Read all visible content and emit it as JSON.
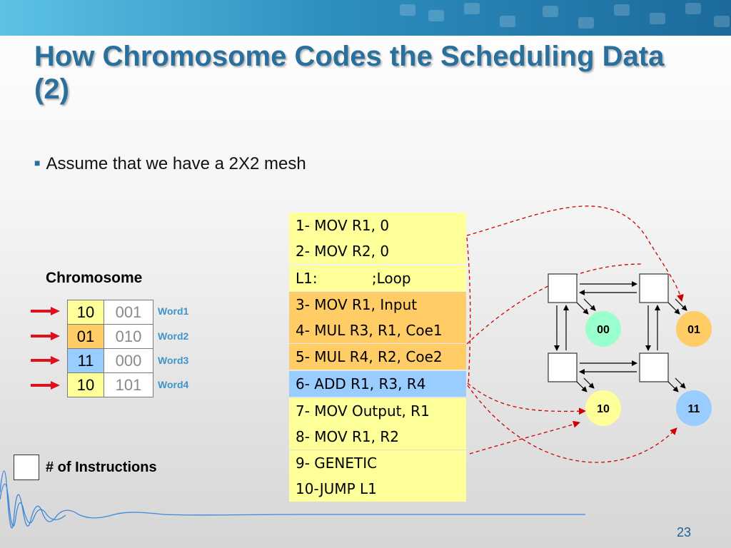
{
  "slide": {
    "title": "How Chromosome Codes the Scheduling Data (2)",
    "bullet": "Assume that we have a 2X2 mesh",
    "page_number": "23"
  },
  "chromosome": {
    "label": "Chromosome",
    "rows": [
      {
        "left": "10",
        "right": "001",
        "word": "Word1",
        "color": "#ffff99"
      },
      {
        "left": "01",
        "right": "010",
        "word": "Word2",
        "color": "#ffcc66"
      },
      {
        "left": "11",
        "right": "000",
        "word": "Word3",
        "color": "#99ccff"
      },
      {
        "left": "10",
        "right": "101",
        "word": "Word4",
        "color": "#ffff99"
      }
    ]
  },
  "legend": {
    "label": "# of Instructions"
  },
  "code_lines": [
    {
      "text": "1- MOV R1, 0",
      "group": "yellow"
    },
    {
      "text": "2- MOV R2, 0",
      "group": "yellow"
    },
    {
      "text": "L1:            ;Loop",
      "group": "yellow"
    },
    {
      "text": "3- MOV R1, Input",
      "group": "orange"
    },
    {
      "text": "4- MUL R3, R1, Coe1",
      "group": "orange"
    },
    {
      "text": "5- MUL R4, R2, Coe2",
      "group": "orange"
    },
    {
      "text": "6- ADD R1, R3, R4",
      "group": "blue"
    },
    {
      "text": "7- MOV Output, R1",
      "group": "yellow"
    },
    {
      "text": "8- MOV R1, R2",
      "group": "yellow"
    },
    {
      "text": "9- GENETIC",
      "group": "yellow"
    },
    {
      "text": "10-JUMP L1",
      "group": "yellow"
    }
  ],
  "mesh": {
    "nodes": [
      {
        "label": "00",
        "color": "#99ffcc"
      },
      {
        "label": "01",
        "color": "#ffcc66"
      },
      {
        "label": "10",
        "color": "#ffff99"
      },
      {
        "label": "11",
        "color": "#99ccff"
      }
    ]
  },
  "colors": {
    "title": "#2b6f9c",
    "arrow_red": "#e0101a",
    "dashed_red": "#cc0000",
    "word_label": "#3f94c9"
  }
}
